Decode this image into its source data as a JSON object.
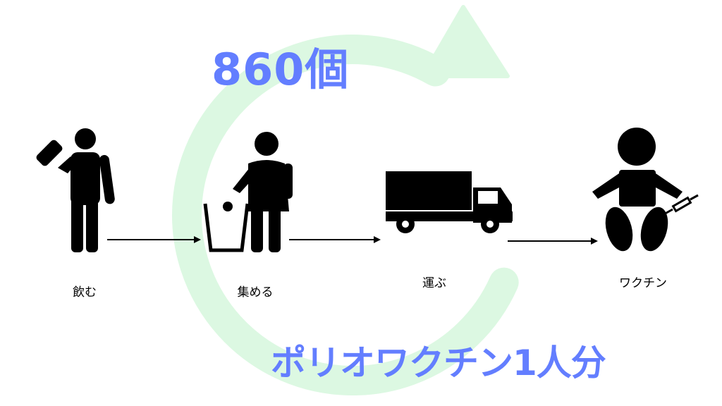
{
  "headline": "860個",
  "result": "ポリオワクチン1人分",
  "steps": [
    {
      "label": "飲む",
      "icon": "person-drinking-icon"
    },
    {
      "label": "集める",
      "icon": "person-throwing-trash-icon"
    },
    {
      "label": "運ぶ",
      "icon": "truck-icon"
    },
    {
      "label": "ワクチン",
      "icon": "baby-vaccine-icon"
    }
  ],
  "colors": {
    "accent": "#637eff",
    "cycle": "#dcf8e2",
    "ink": "#000000"
  }
}
